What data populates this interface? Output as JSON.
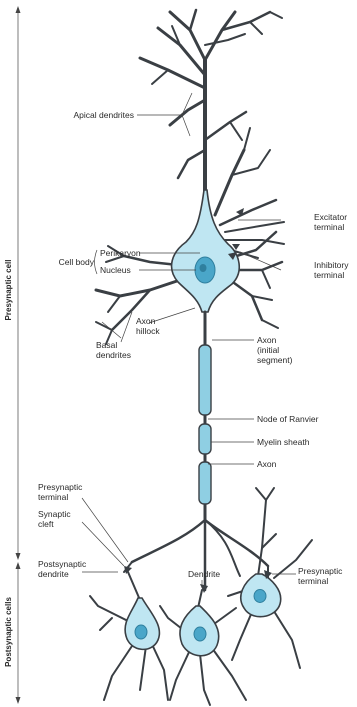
{
  "labels": {
    "apical_dendrites": "Apical dendrites",
    "cell_body": "Cell body",
    "perikaryon": "Perikaryon",
    "nucleus": "Nucleus",
    "axon_hillock_1": "Axon",
    "axon_hillock_2": "hillock",
    "basal_dendrites_1": "Basal",
    "basal_dendrites_2": "dendrites",
    "excitatory_terminal_1": "Excitator",
    "excitatory_terminal_2": "terminal",
    "inhibitory_terminal_1": "Inhibitory",
    "inhibitory_terminal_2": "terminal",
    "axon_initial_1": "Axon",
    "axon_initial_2": "(initial",
    "axon_initial_3": "segment)",
    "node_of_ranvier": "Node of Ranvier",
    "myelin_sheath": "Myelin sheath",
    "axon": "Axon",
    "presynaptic_terminal_left_1": "Presynaptic",
    "presynaptic_terminal_left_2": "terminal",
    "synaptic_cleft_1": "Synaptic",
    "synaptic_cleft_2": "cleft",
    "postsynaptic_dendrite_1": "Postsynaptic",
    "postsynaptic_dendrite_2": "dendrite",
    "dendrite": "Dendrite",
    "presynaptic_terminal_right_1": "Presynaptic",
    "presynaptic_terminal_right_2": "terminal",
    "presynaptic_cell": "Presynaptic cell",
    "postsynaptic_cells": "Postsynaptic cells"
  },
  "colors": {
    "cytoplasm": "#bfe6f2",
    "nucleus": "#4aa6c9",
    "myelin": "#8fcfe3",
    "outline": "#3a3f44"
  }
}
